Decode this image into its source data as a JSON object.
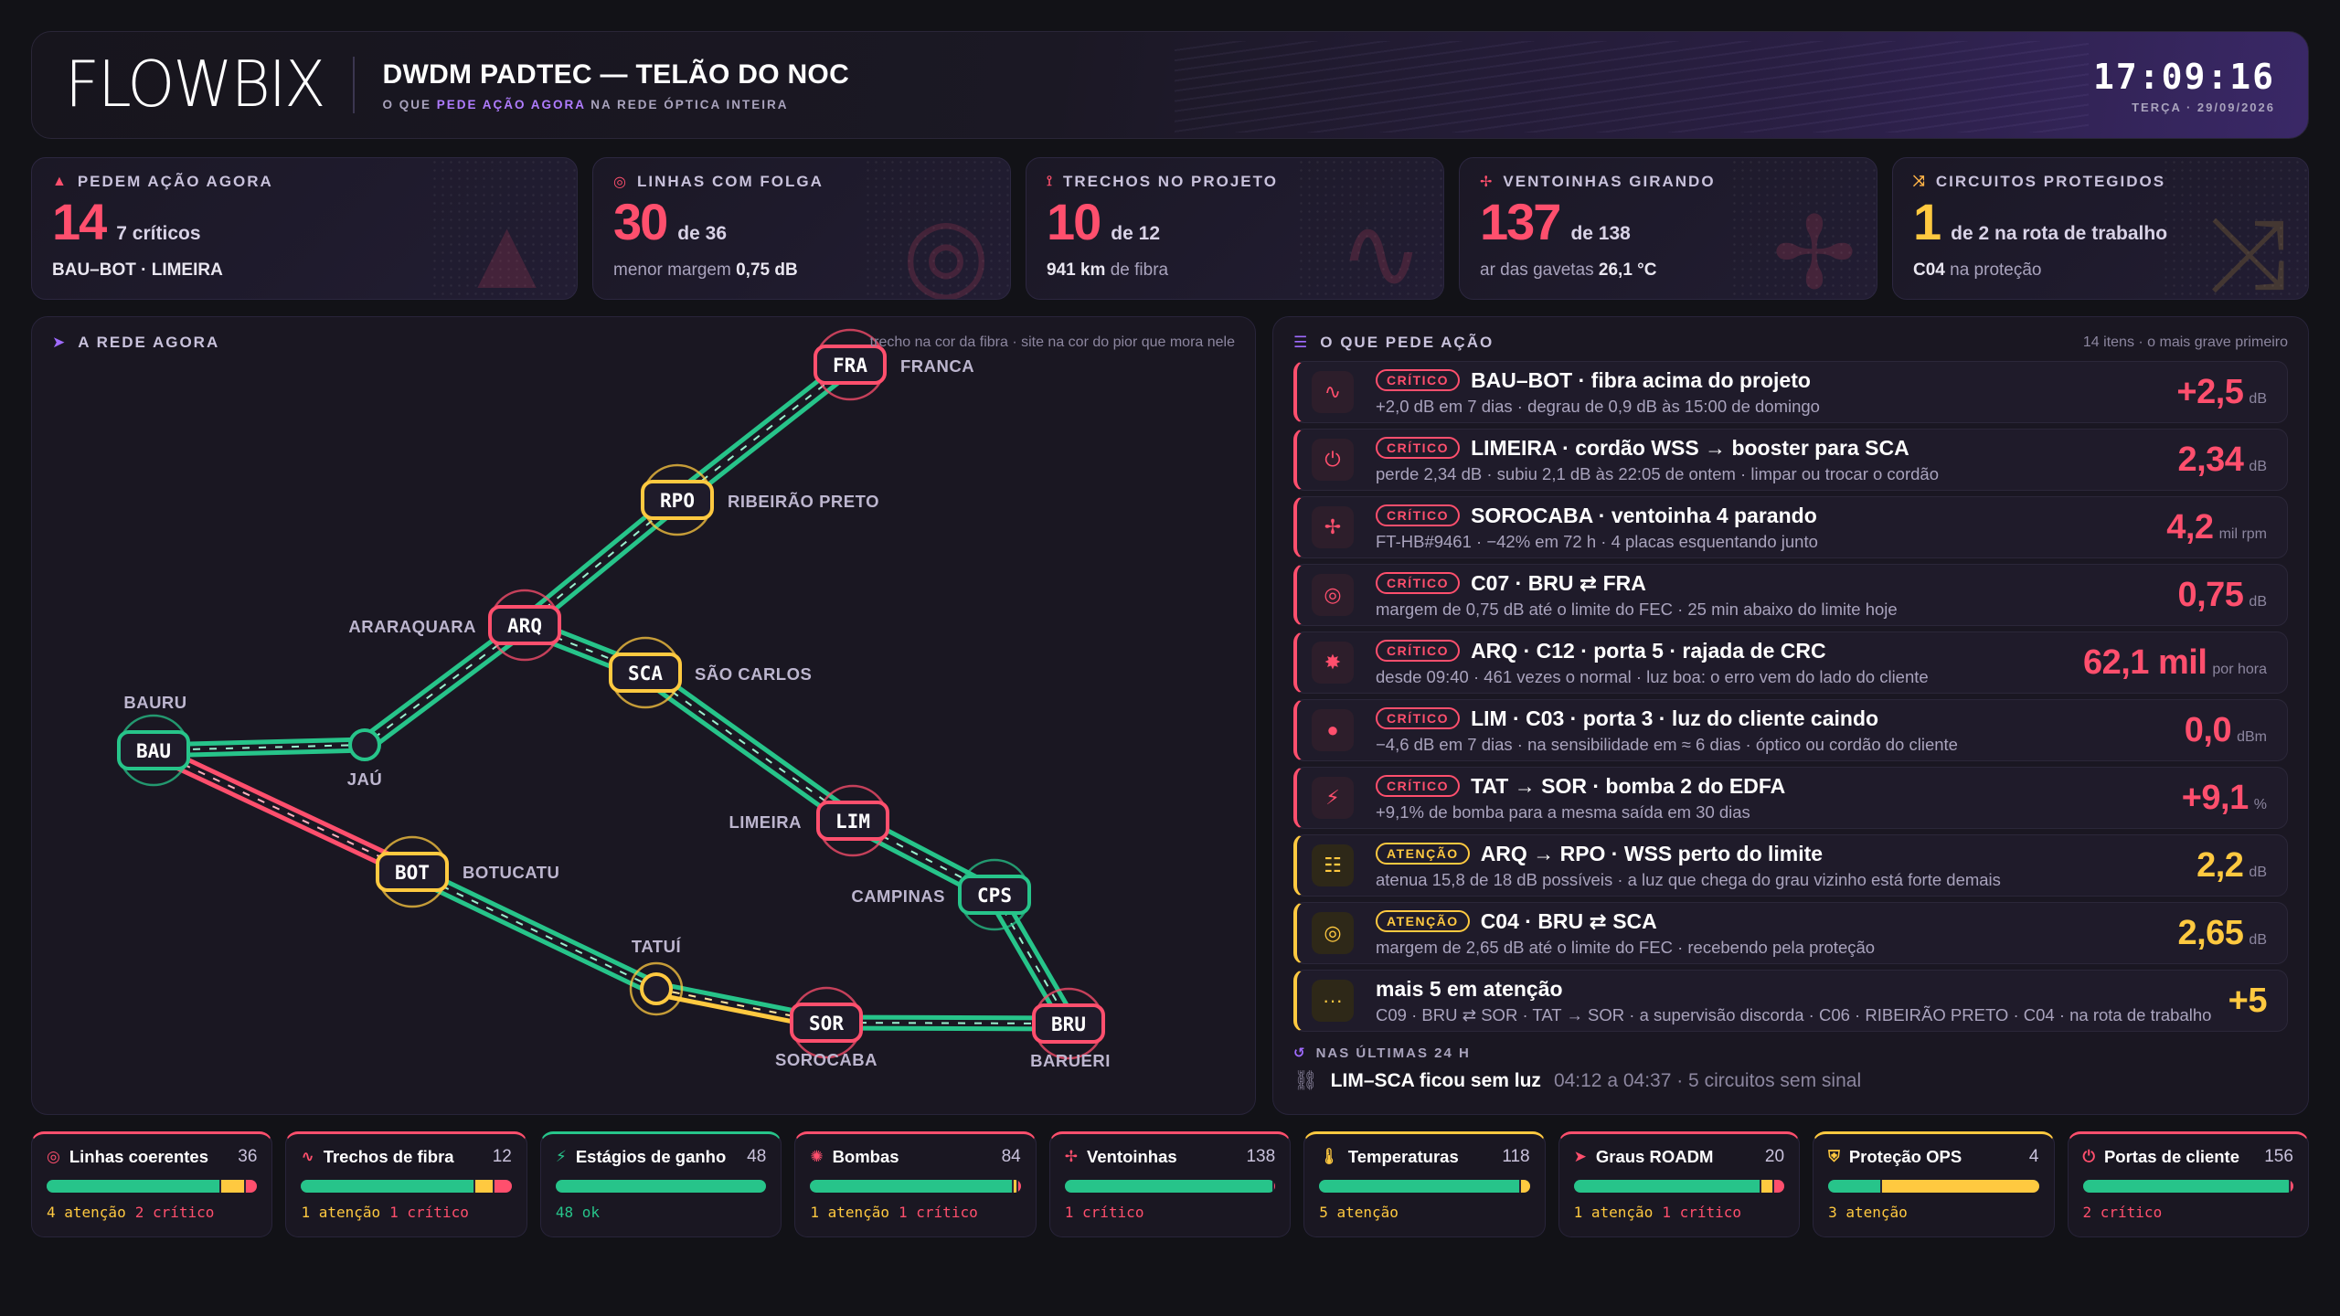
{
  "header": {
    "logo": "FLOWBIX",
    "title": "DWDM PADTEC — TELÃO DO NOC",
    "subtitle_a": "O QUE ",
    "subtitle_accent": "PEDE AÇÃO AGORA",
    "subtitle_b": " NA REDE ÓPTICA INTEIRA",
    "time": "17:09:16",
    "date": "TERÇA · 29/09/2026"
  },
  "kpis": [
    {
      "label": "PEDEM AÇÃO AGORA",
      "value": "14",
      "unit": "7 críticos",
      "foot": "BAU–BOT · LIMEIRA",
      "icon": "warning-icon"
    },
    {
      "label": "LINHAS COM FOLGA",
      "value": "30",
      "unit": "de 36",
      "foot_a": "menor margem ",
      "foot_b": "0,75 dB",
      "icon": "target-icon"
    },
    {
      "label": "TRECHOS NO PROJETO",
      "value": "10",
      "unit": "de 12",
      "foot_a": "941 km",
      "foot_b": " de fibra",
      "icon": "route-icon"
    },
    {
      "label": "VENTOINHAS GIRANDO",
      "value": "137",
      "unit": "de 138",
      "foot_a": "ar das gavetas ",
      "foot_b": "26,1 °C",
      "icon": "fan-icon"
    },
    {
      "label": "CIRCUITOS PROTEGIDOS",
      "value": "1",
      "unit": "de 2 na rota de trabalho",
      "foot_a": "C04",
      "foot_b": " na proteção",
      "icon": "shuffle-icon"
    }
  ],
  "map": {
    "title": "A REDE AGORA",
    "legend": "trecho na cor da fibra · site na cor do pior que mora nele",
    "nodes": {
      "FRA": "FRA",
      "RPO": "RPO",
      "ARQ": "ARQ",
      "SCA": "SCA",
      "BAU": "BAU",
      "BOT": "BOT",
      "LIM": "LIM",
      "CPS": "CPS",
      "SOR": "SOR",
      "BRU": "BRU"
    },
    "labels": {
      "franca": "FRANCA",
      "ribeirao": "RIBEIRÃO PRETO",
      "araraquara": "ARARAQUARA",
      "saocarlos": "SÃO CARLOS",
      "bauru": "BAURU",
      "jau": "JAÚ",
      "botucatu": "BOTUCATU",
      "limeira": "LIMEIRA",
      "campinas": "CAMPINAS",
      "tatui": "TATUÍ",
      "sorocaba": "SOROCABA",
      "barueri": "BARUERI"
    }
  },
  "actions": {
    "title": "O QUE PEDE AÇÃO",
    "meta": "14 itens · o mais grave primeiro",
    "items": [
      {
        "level": "CRÍTICO",
        "title": "BAU–BOT · fibra acima do projeto",
        "sub": "+2,0 dB em 7 dias · degrau de 0,9 dB às 15:00 de domingo",
        "value": "+2,5",
        "unit": "dB",
        "icon": "route-icon"
      },
      {
        "level": "CRÍTICO",
        "title": "LIMEIRA · cordão WSS → booster para SCA",
        "sub": "perde 2,34 dB · subiu 2,1 dB às 22:05 de ontem · limpar ou trocar o cordão",
        "value": "2,34",
        "unit": "dB",
        "icon": "plug-icon"
      },
      {
        "level": "CRÍTICO",
        "title": "SOROCABA · ventoinha 4 parando",
        "sub": "FT-HB#9461 · −42% em 72 h · 4 placas esquentando junto",
        "value": "4,2",
        "unit": "mil rpm",
        "icon": "fan-icon"
      },
      {
        "level": "CRÍTICO",
        "title": "C07 · BRU ⇄ FRA",
        "sub": "margem de 0,75 dB até o limite do FEC · 25 min abaixo do limite hoje",
        "value": "0,75",
        "unit": "dB",
        "icon": "target-icon"
      },
      {
        "level": "CRÍTICO",
        "title": "ARQ · C12 · porta 5 · rajada de CRC",
        "sub": "desde 09:40 · 461 vezes o normal · luz boa: o erro vem do lado do cliente",
        "value": "62,1 mil",
        "unit": "por hora",
        "icon": "burst-icon"
      },
      {
        "level": "CRÍTICO",
        "title": "LIM · C03 · porta 3 · luz do cliente caindo",
        "sub": "−4,6 dB em 7 dias · na sensibilidade em ≈ 6 dias · óptico ou cordão do cliente",
        "value": "0,0",
        "unit": "dBm",
        "icon": "bulb-icon"
      },
      {
        "level": "CRÍTICO",
        "title": "TAT → SOR · bomba 2 do EDFA",
        "sub": "+9,1% de bomba para a mesma saída em 30 dias",
        "value": "+9,1",
        "unit": "%",
        "icon": "bolt-icon"
      },
      {
        "level": "ATENÇÃO",
        "title": "ARQ → RPO · WSS perto do limite",
        "sub": "atenua 15,8 de 18 dB possíveis · a luz que chega do grau vizinho está forte demais",
        "value": "2,2",
        "unit": "dB",
        "icon": "sliders-icon"
      },
      {
        "level": "ATENÇÃO",
        "title": "C04 · BRU ⇄ SCA",
        "sub": "margem de 2,65 dB até o limite do FEC · recebendo pela proteção",
        "value": "2,65",
        "unit": "dB",
        "icon": "target-icon"
      },
      {
        "level": "",
        "title": "mais 5 em atenção",
        "sub": "C09 · BRU ⇄ SOR · TAT → SOR · a supervisão discorda · C06 · RIBEIRÃO PRETO · C04 · na rota de trabalho",
        "value": "+5",
        "unit": "",
        "icon": "more-icon"
      }
    ],
    "last24_title": "NAS ÚLTIMAS 24 H",
    "last24_main": "LIM–SCA ficou sem luz",
    "last24_detail": "04:12 a 04:37 · 5 circuitos sem sinal"
  },
  "bottom": [
    {
      "name": "Linhas coerentes",
      "count": "36",
      "status": "crit",
      "g": 30,
      "y": 4,
      "r": 2,
      "icon": "target-icon",
      "warn_text": "4 atenção",
      "crit_text": "2 crítico",
      "ok_text": ""
    },
    {
      "name": "Trechos de fibra",
      "count": "12",
      "status": "crit",
      "g": 10,
      "y": 1,
      "r": 1,
      "icon": "route-icon",
      "warn_text": "1 atenção",
      "crit_text": "1 crítico",
      "ok_text": ""
    },
    {
      "name": "Estágios de ganho",
      "count": "48",
      "status": "ok",
      "g": 48,
      "y": 0,
      "r": 0,
      "icon": "bolt-icon",
      "warn_text": "",
      "crit_text": "",
      "ok_text": "48 ok"
    },
    {
      "name": "Bombas",
      "count": "84",
      "status": "crit",
      "g": 82,
      "y": 1,
      "r": 1,
      "icon": "gear-icon",
      "warn_text": "1 atenção",
      "crit_text": "1 crítico",
      "ok_text": ""
    },
    {
      "name": "Ventoinhas",
      "count": "138",
      "status": "crit",
      "g": 137,
      "y": 0,
      "r": 1,
      "icon": "fan-icon",
      "warn_text": "",
      "crit_text": "1 crítico",
      "ok_text": ""
    },
    {
      "name": "Temperaturas",
      "count": "118",
      "status": "warn",
      "g": 113,
      "y": 5,
      "r": 0,
      "icon": "thermometer-icon",
      "warn_text": "5 atenção",
      "crit_text": "",
      "ok_text": ""
    },
    {
      "name": "Graus ROADM",
      "count": "20",
      "status": "crit",
      "g": 18,
      "y": 1,
      "r": 1,
      "icon": "send-icon",
      "warn_text": "1 atenção",
      "crit_text": "1 crítico",
      "ok_text": ""
    },
    {
      "name": "Proteção OPS",
      "count": "4",
      "status": "warn",
      "g": 1,
      "y": 3,
      "r": 0,
      "icon": "shield-icon",
      "warn_text": "3 atenção",
      "crit_text": "",
      "ok_text": ""
    },
    {
      "name": "Portas de cliente",
      "count": "156",
      "status": "crit",
      "g": 154,
      "y": 0,
      "r": 2,
      "icon": "plug-icon",
      "warn_text": "",
      "crit_text": "2 crítico",
      "ok_text": ""
    }
  ]
}
